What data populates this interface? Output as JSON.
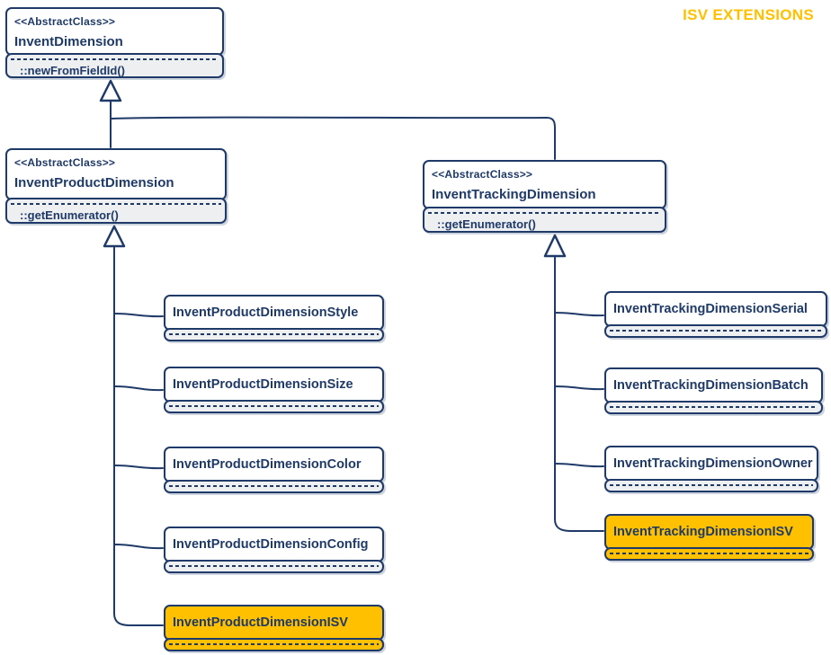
{
  "page_label": "ISV EXTENSIONS",
  "colors": {
    "line": "#1f3a68",
    "accent_gold": "#ffc000",
    "method_section_bg": "#edeff1",
    "box_bg": "#ffffff"
  },
  "classes": {
    "invent_dimension": {
      "stereotype": "<<AbstractClass>>",
      "name": "InventDimension",
      "method": "::newFromFieldId()"
    },
    "invent_product_dimension": {
      "stereotype": "<<AbstractClass>>",
      "name": "InventProductDimension",
      "method": "::getEnumerator()"
    },
    "invent_tracking_dimension": {
      "stereotype": "<<AbstractClass>>",
      "name": "InventTrackingDimension",
      "method": "::getEnumerator()"
    },
    "product_subclasses": [
      {
        "name": "InventProductDimensionStyle",
        "highlighted": false
      },
      {
        "name": "InventProductDimensionSize",
        "highlighted": false
      },
      {
        "name": "InventProductDimensionColor",
        "highlighted": false
      },
      {
        "name": "InventProductDimensionConfig",
        "highlighted": false
      },
      {
        "name": "InventProductDimensionISV",
        "highlighted": true
      }
    ],
    "tracking_subclasses": [
      {
        "name": "InventTrackingDimensionSerial",
        "highlighted": false
      },
      {
        "name": "InventTrackingDimensionBatch",
        "highlighted": false
      },
      {
        "name": "InventTrackingDimensionOwner",
        "highlighted": false
      },
      {
        "name": "InventTrackingDimensionISV",
        "highlighted": true
      }
    ]
  }
}
